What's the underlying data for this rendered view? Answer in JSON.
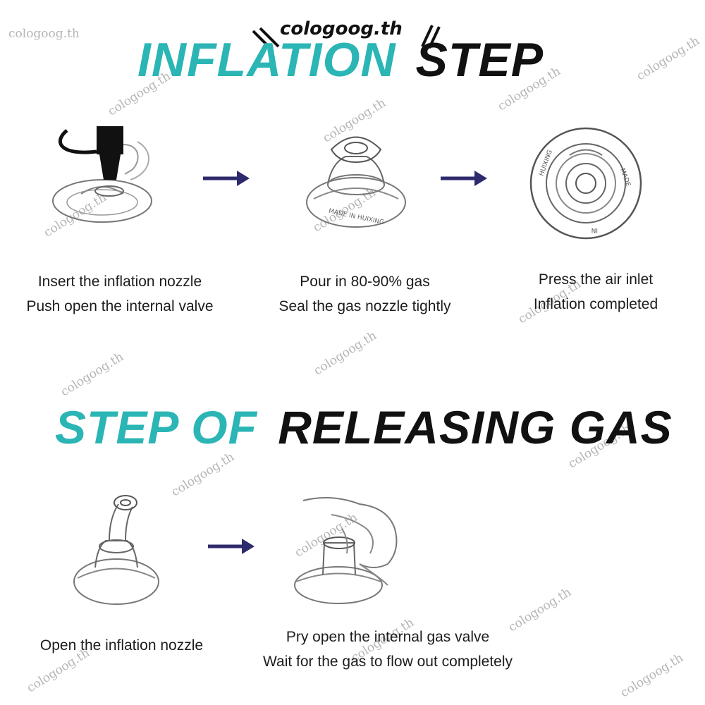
{
  "brand": "cologoog.th",
  "watermark_text": "cologoog.th",
  "colors": {
    "accent": "#2bb5b5",
    "arrow": "#2e2a6e",
    "text": "#111111"
  },
  "inflation": {
    "title_part1": "INFLATION",
    "title_part2": "STEP",
    "steps": [
      {
        "icon": "inflation-nozzle-insert-icon",
        "line1": "Insert the inflation nozzle",
        "line2": "Push open the internal valve"
      },
      {
        "icon": "valve-gas-fill-icon",
        "line1": "Pour in 80-90% gas",
        "line2": "Seal the gas nozzle tightly"
      },
      {
        "icon": "valve-pressed-closed-icon",
        "line1": "Press the air inlet",
        "line2": "Inflation completed"
      }
    ],
    "valve_print": "MADE IN HUIXING"
  },
  "releasing": {
    "title_part1": "STEP OF",
    "title_part2": "RELEASING GAS",
    "steps": [
      {
        "icon": "open-nozzle-icon",
        "line1": "Open the inflation nozzle"
      },
      {
        "icon": "pry-valve-hand-icon",
        "line1": "Pry open the internal gas valve",
        "line2": "Wait for the gas to flow out completely"
      }
    ]
  }
}
